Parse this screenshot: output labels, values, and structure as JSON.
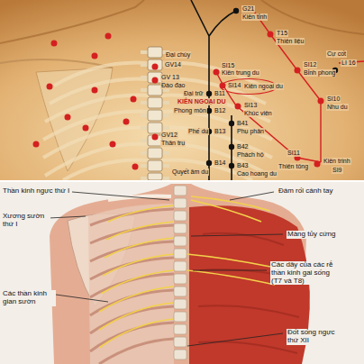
{
  "diagram": {
    "labels": [
      "G21",
      "Kiên tỉnh",
      "T15",
      "Thiên liệu",
      "Cự cốt",
      "LI 16",
      "Đại chùy",
      "GV14",
      "SI15",
      "Kiên trung du",
      "SI12",
      "Bỉnh phong",
      "SI14",
      "Kiên ngoại du",
      "KIÊN NGOẠI DU",
      "SI10",
      "Nhu du",
      "GV 13",
      "Đào đạo",
      "B11",
      "Đại trữ",
      "B12",
      "Phong môn",
      "SI13",
      "Khúc viên",
      "B41",
      "Phụ phân",
      "GV12",
      "Thân trụ",
      "B13",
      "Phế du",
      "B42",
      "Phách hộ",
      "SI11",
      "Thiên tông",
      "Kiên trinh",
      "SI9",
      "B14",
      "Quyết âm du",
      "B43",
      "Cao hoang du",
      "Thần kinh ngực thứ I",
      "Xương sườn thứ I",
      "Các thần kinh gian sườn",
      "Đám rối cánh tay",
      "Màng tủy cứng",
      "Các dây của các rễ thần kinh gai sống (T7 và T8)",
      "Đốt sống ngực thứ XII"
    ]
  }
}
